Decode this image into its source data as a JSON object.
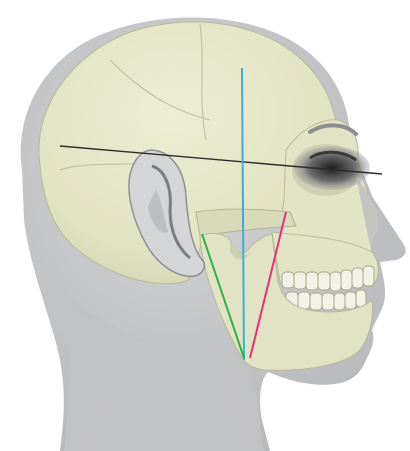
{
  "figure": {
    "subject": "lateral-head-skull",
    "colors": {
      "background": "#ffffff",
      "head_silhouette": "#c8c9cb",
      "head_shadow": "#a9aaad",
      "skull_bone": "#e6e6c9",
      "skull_shade": "#cfd0ad",
      "skull_dark": "#9c9d7e",
      "ear": "#d2d3d5",
      "eye_dark": "#2a2a2a",
      "line_horizontal": "#2b2b2b",
      "line_vertical": "#3ab0d4",
      "line_ramus": "#2fb24a",
      "line_chin": "#e0337a"
    },
    "reference_lines": [
      {
        "id": "horizontal",
        "color_key": "line_horizontal"
      },
      {
        "id": "vertical",
        "color_key": "line_vertical"
      },
      {
        "id": "ramus",
        "color_key": "line_ramus"
      },
      {
        "id": "chin",
        "color_key": "line_chin"
      }
    ]
  }
}
